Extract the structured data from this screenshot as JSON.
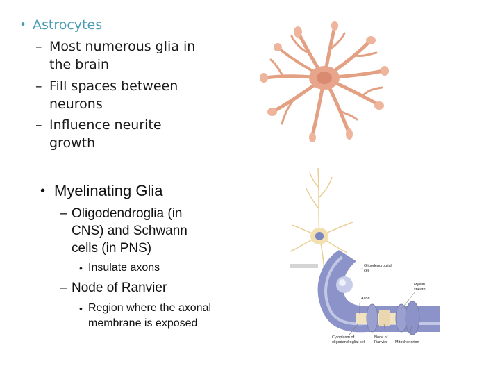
{
  "section1": {
    "bullet": "•",
    "heading": "Astrocytes",
    "items": [
      {
        "dash": "–",
        "lines": [
          "Most numerous glia in",
          "the brain"
        ]
      },
      {
        "dash": "–",
        "lines": [
          "Fill spaces between",
          "neurons"
        ]
      },
      {
        "dash": "–",
        "lines": [
          "Influence neurite",
          "growth"
        ]
      }
    ]
  },
  "section2": {
    "bullet": "•",
    "heading": "Myelinating Glia",
    "items": [
      {
        "dash": "–",
        "lines": [
          "Oligodendroglia (in",
          "CNS) and Schwann",
          "cells (in PNS)"
        ],
        "sub": [
          {
            "bullet": "•",
            "lines": [
              "Insulate axons"
            ]
          }
        ]
      },
      {
        "dash": "–",
        "lines": [
          "Node of Ranvier"
        ],
        "sub": [
          {
            "bullet": "•",
            "lines": [
              "Region where the axonal",
              "membrane is exposed"
            ]
          }
        ]
      }
    ]
  },
  "diagram": {
    "labels": {
      "oligo_cell": [
        "Oligodendroglial",
        "cell"
      ],
      "myelin_sheath": [
        "Myelin",
        "sheath"
      ],
      "axon": "Axon",
      "cytoplasm": [
        "Cytoplasm of",
        "oligodendroglial cell"
      ],
      "node": [
        "Node of",
        "Ranvier"
      ],
      "mitochondrion": "Mitochondrion"
    }
  },
  "colors": {
    "accent_heading": "#4a9bb5",
    "astrocyte_fill": "#e8a58c",
    "myelin": "#8b93c8",
    "neuron": "#f3dfb0"
  }
}
